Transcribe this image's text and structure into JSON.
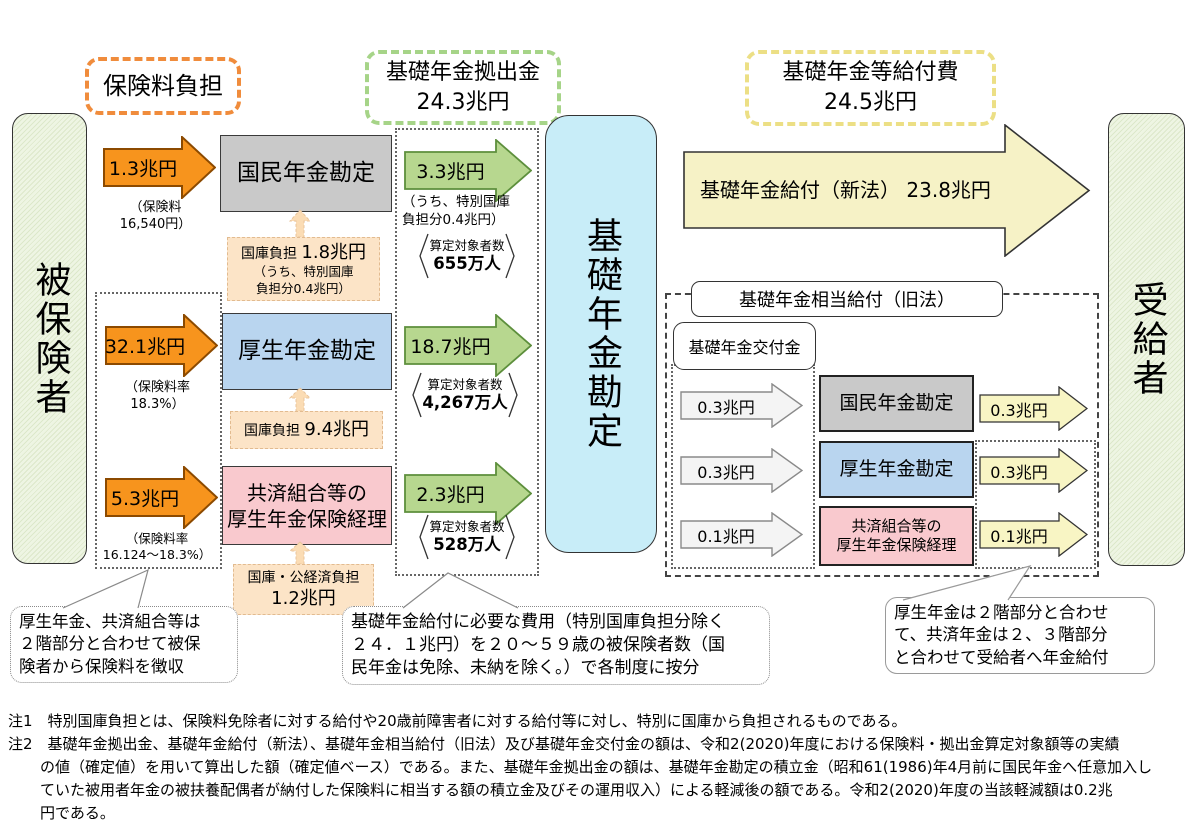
{
  "labels": {
    "premium_burden": "保険料負担",
    "contribution": "基礎年金拠出金\n24.3兆円",
    "benefit_cost": "基礎年金等給付費\n24.5兆円"
  },
  "columns": {
    "insured": "被保険者",
    "basic_account": "基礎年金勘定",
    "recipients": "受給者"
  },
  "premium_flows": {
    "0": {
      "amount": "1.3兆円",
      "note": "（保険料\n16,540円）",
      "account": "国民年金勘定",
      "subsidy_label": "国庫負担",
      "subsidy_value": "1.8兆円",
      "subsidy_extra": "（うち、特別国庫\n負担分0.4兆円）"
    },
    "1": {
      "amount": "32.1兆円",
      "note": "（保険料率\n18.3%）",
      "account": "厚生年金勘定",
      "subsidy_label": "国庫負担",
      "subsidy_value": "9.4兆円"
    },
    "2": {
      "amount": "5.3兆円",
      "note": "（保険料率\n16.124～18.3%）",
      "account": "共済組合等の\n厚生年金保険経理",
      "subsidy_label": "国庫・公経済負担",
      "subsidy_value": "1.2兆円"
    }
  },
  "contribution_flows": {
    "0": {
      "amount": "3.3兆円",
      "note": "（うち、特別国庫\n負担分0.4兆円）",
      "targets_label": "算定対象者数",
      "targets_value": "655万人"
    },
    "1": {
      "amount": "18.7兆円",
      "targets_label": "算定対象者数",
      "targets_value": "4,267万人"
    },
    "2": {
      "amount": "2.3兆円",
      "targets_label": "算定対象者数",
      "targets_value": "528万人"
    }
  },
  "new_law_benefit": {
    "text": "基礎年金給付（新法）\n23.8兆円"
  },
  "old_law": {
    "title": "基礎年金相当給付（旧法）",
    "grant_label": "基礎年金交付金",
    "rows": {
      "0": {
        "in_amount": "0.3兆円",
        "account": "国民年金勘定",
        "out_amount": "0.3兆円"
      },
      "1": {
        "in_amount": "0.3兆円",
        "account": "厚生年金勘定",
        "out_amount": "0.3兆円"
      },
      "2": {
        "in_amount": "0.1兆円",
        "account": "共済組合等の\n厚生年金保険経理",
        "out_amount": "0.1兆円"
      }
    }
  },
  "callouts": {
    "left": "厚生年金、共済組合等は\n２階部分と合わせて被保\n険者から保険料を徴収",
    "middle": "基礎年金給付に必要な費用（特別国庫負担分除く\n２４．１兆円）を２０～５９歳の被保険者数（国\n民年金は免除、未納を除く。）で各制度に按分",
    "right": "厚生年金は２階部分と合わせ\nて、共済年金は２、３階部分\nと合わせて受給者へ年金給付"
  },
  "notes": {
    "0": "注1　特別国庫負担とは、保険料免除者に対する給付や20歳前障害者に対する給付等に対し、特別に国庫から負担されるものである。",
    "1": "注2　基礎年金拠出金、基礎年金給付（新法）、基礎年金相当給付（旧法）及び基礎年金交付金の額は、令和2(2020)年度における保険料・拠出金算定対象額等の実績",
    "2": "の値（確定値）を用いて算出した額（確定値ベース）である。また、基礎年金拠出金の額は、基礎年金勘定の積立金（昭和61(1986)年4月前に国民年金へ任意加入し",
    "3": "ていた被用者年金の被扶養配偶者が納付した保険料に相当する額の積立金及びその運用収入）による軽減後の額である。令和2(2020)年度の当該軽減額は0.2兆",
    "4": "円である。"
  },
  "colors": {
    "orange_arrow": "#f7941d",
    "green_arrow": "#b7d78f",
    "yellow_arrow": "#f6f2c6",
    "gray_arrow": "#f4f4f4",
    "peach_box": "#fce4c7",
    "account_gray": "#c9c9c9",
    "account_blue": "#b9d5ef",
    "account_pink": "#f9c9ce",
    "center_blue": "#c8edf8",
    "side_green": "#eef5e3"
  }
}
